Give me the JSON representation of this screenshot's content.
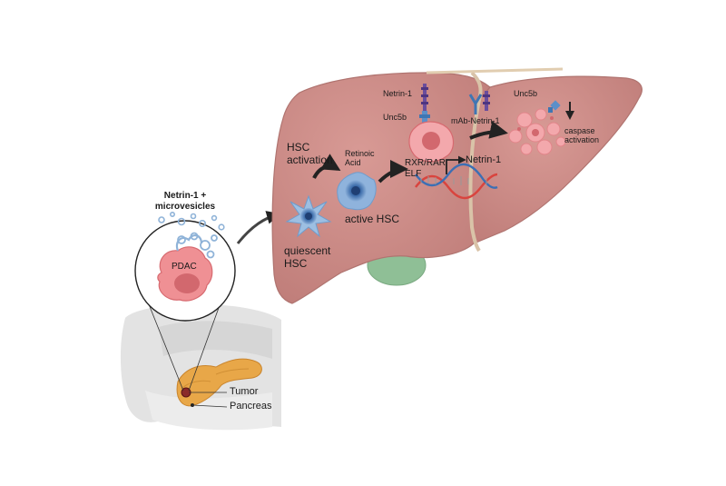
{
  "labels": {
    "netrin_microvesicles_line1": "Netrin-1 +",
    "netrin_microvesicles_line2": "microvesicles",
    "pdac": "PDAC",
    "tumor": "Tumor",
    "pancreas": "Pancreas",
    "hsc_activation_line1": "HSC",
    "hsc_activation_line2": "activation",
    "quiescent_hsc_line1": "quiescent",
    "quiescent_hsc_line2": "HSC",
    "retinoic_acid_line1": "Retinoic",
    "retinoic_acid_line2": "Acid",
    "active_hsc": "active HSC",
    "rxr_rar": "RXR/RAR",
    "elf": "ELF",
    "netrin1_gene": "Netrin-1",
    "netrin1_receptor": "Netrin-1",
    "unc5b_left": "Unc5b",
    "mab_netrin1": "mAb-Netrin-1",
    "unc5b_right": "Unc5b",
    "caspase_line1": "caspase",
    "caspase_line2": "activation"
  },
  "colors": {
    "liver": "#c98a86",
    "liver_edge": "#b07470",
    "gallbladder": "#8fbf96",
    "tumor_cell": "#ef8f93",
    "tumor_nucleus": "#d26a70",
    "hsc": "#6f9ccc",
    "pancreas": "#e6a64a",
    "body_silhouette": "#e2e2e2",
    "dna_red": "#d9443e",
    "dna_blue": "#3c6fb4",
    "vesicle": "#8fb3d8",
    "receptor_purple": "#6a4d9c",
    "receptor_blue": "#5b8fc9"
  }
}
